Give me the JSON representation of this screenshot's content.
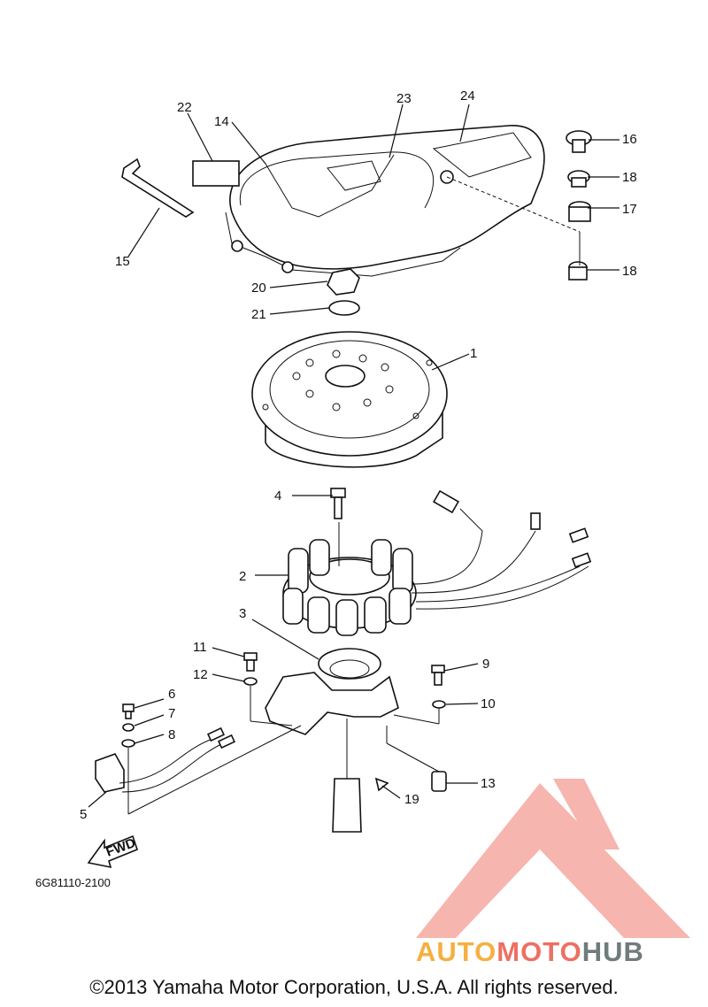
{
  "callouts": [
    "1",
    "2",
    "3",
    "4",
    "5",
    "6",
    "7",
    "8",
    "9",
    "10",
    "11",
    "12",
    "13",
    "14",
    "15",
    "16",
    "17",
    "18",
    "18",
    "19",
    "20",
    "21",
    "22",
    "23",
    "24"
  ],
  "fwd_label": "FWD",
  "diagram_code": "6G81110-2100",
  "copyright": "©2013 Yamaha Motor Corporation, U.S.A. All rights reserved.",
  "watermark": {
    "part1": "AUTO",
    "part2": "MOTO",
    "part3": "HUB",
    "colors": {
      "orange": "#f5b041",
      "red": "#ec7063",
      "gray": "#707b7c",
      "logo": "#f5a9a0"
    }
  }
}
